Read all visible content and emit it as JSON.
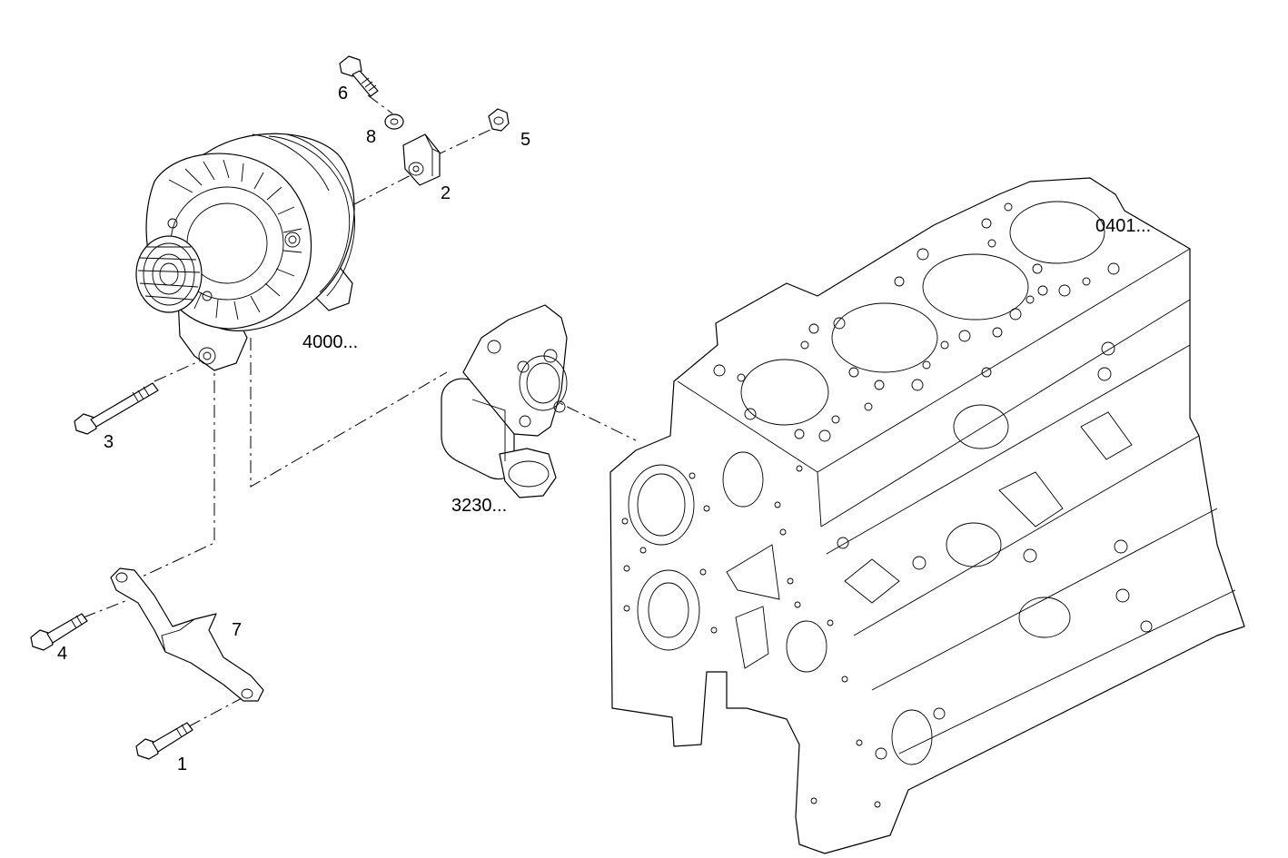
{
  "diagram": {
    "callouts": {
      "c1": "1",
      "c2": "2",
      "c3": "3",
      "c4": "4",
      "c5": "5",
      "c6": "6",
      "c7": "7",
      "c8": "8",
      "alternator_ref": "4000...",
      "water_pump_ref": "3230...",
      "engine_block_ref": "0401..."
    }
  }
}
